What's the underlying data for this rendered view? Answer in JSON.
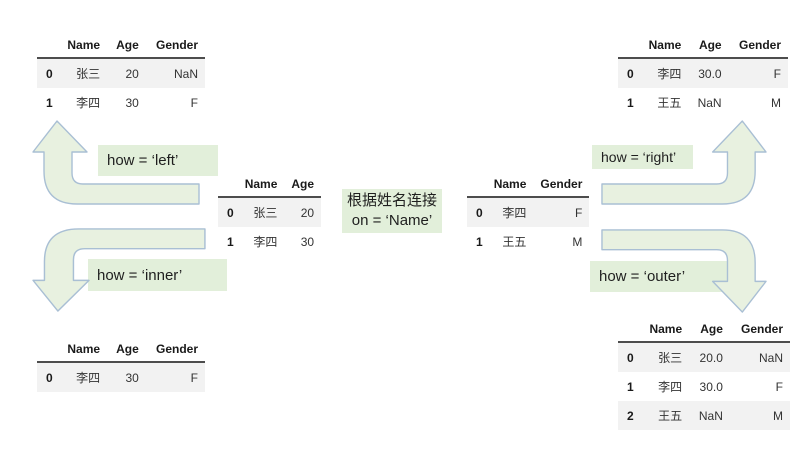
{
  "colors": {
    "background": "#ffffff",
    "arrow_fill": "#e8f1e0",
    "arrow_stroke": "#a9bfd4",
    "label_background": "#e2efda",
    "row_stripe": "#f2f2f2",
    "header_rule": "#4d4d4d"
  },
  "center_note": {
    "line1": "根据姓名连接",
    "line2": "on = ‘Name’"
  },
  "arrows": {
    "left": {
      "label": "how = ‘left’"
    },
    "inner": {
      "label": "how = ‘inner’"
    },
    "right": {
      "label": "how = ‘right’"
    },
    "outer": {
      "label": "how = ‘outer’"
    }
  },
  "tables": {
    "top_left": {
      "columns": [
        "Name",
        "Age",
        "Gender"
      ],
      "rows": [
        {
          "index": "0",
          "cells": [
            "张三",
            "20",
            "NaN"
          ]
        },
        {
          "index": "1",
          "cells": [
            "李四",
            "30",
            "F"
          ]
        }
      ]
    },
    "top_right": {
      "columns": [
        "Name",
        "Age",
        "Gender"
      ],
      "rows": [
        {
          "index": "0",
          "cells": [
            "李四",
            "30.0",
            "F"
          ]
        },
        {
          "index": "1",
          "cells": [
            "王五",
            "NaN",
            "M"
          ]
        }
      ]
    },
    "mid_left": {
      "columns": [
        "Name",
        "Age"
      ],
      "rows": [
        {
          "index": "0",
          "cells": [
            "张三",
            "20"
          ]
        },
        {
          "index": "1",
          "cells": [
            "李四",
            "30"
          ]
        }
      ]
    },
    "mid_right": {
      "columns": [
        "Name",
        "Gender"
      ],
      "rows": [
        {
          "index": "0",
          "cells": [
            "李四",
            "F"
          ]
        },
        {
          "index": "1",
          "cells": [
            "王五",
            "M"
          ]
        }
      ]
    },
    "bottom_left": {
      "columns": [
        "Name",
        "Age",
        "Gender"
      ],
      "rows": [
        {
          "index": "0",
          "cells": [
            "李四",
            "30",
            "F"
          ]
        }
      ]
    },
    "bottom_right": {
      "columns": [
        "Name",
        "Age",
        "Gender"
      ],
      "rows": [
        {
          "index": "0",
          "cells": [
            "张三",
            "20.0",
            "NaN"
          ]
        },
        {
          "index": "1",
          "cells": [
            "李四",
            "30.0",
            "F"
          ]
        },
        {
          "index": "2",
          "cells": [
            "王五",
            "NaN",
            "M"
          ]
        }
      ]
    }
  }
}
